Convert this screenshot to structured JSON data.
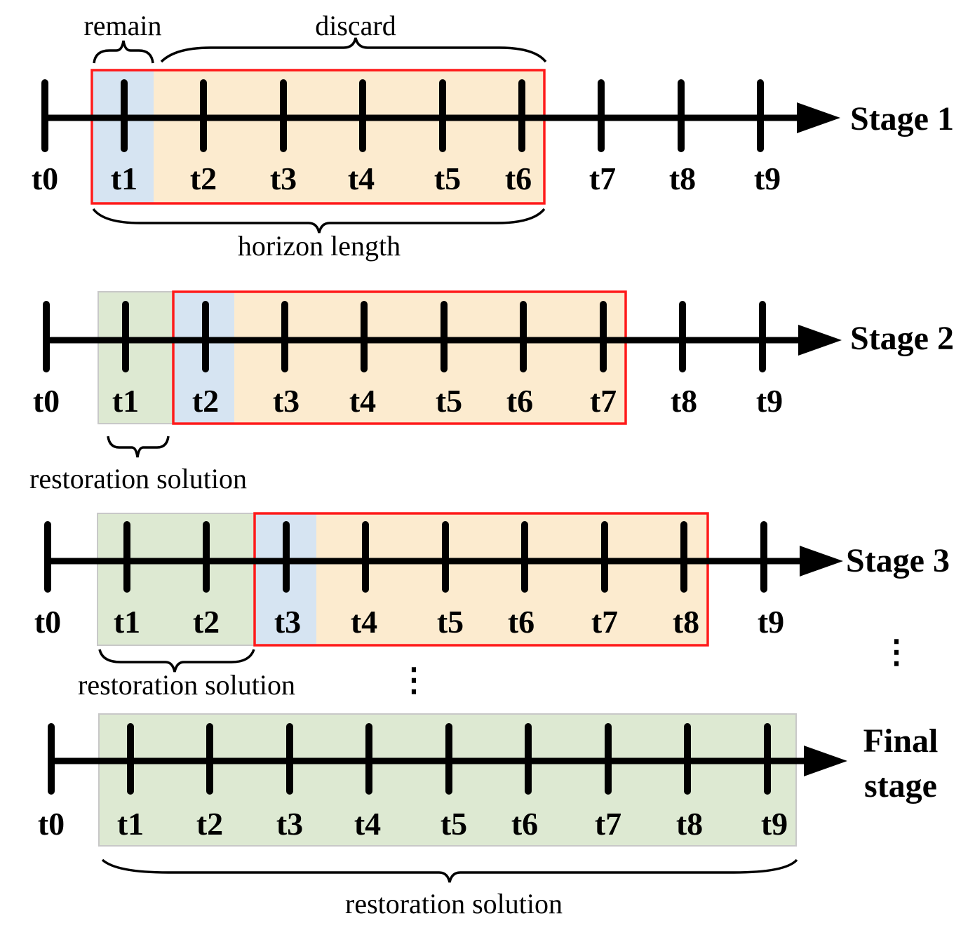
{
  "colors": {
    "solution": "#dde9d2",
    "remain": "#d6e4f2",
    "horizon": "#fcebcf",
    "horizon_border": "#ff1a1a",
    "solution_border": "#c8c8c8",
    "line": "#000000"
  },
  "stages": [
    {
      "label": "Stage 1",
      "ticks": [
        "t0",
        "t1",
        "t2",
        "t3",
        "t4",
        "t5",
        "t6",
        "t7",
        "t8",
        "t9"
      ],
      "solution_count": 0,
      "remain_index": 1,
      "horizon_end_index": 6
    },
    {
      "label": "Stage 2",
      "ticks": [
        "t0",
        "t1",
        "t2",
        "t3",
        "t4",
        "t5",
        "t6",
        "t7",
        "t8",
        "t9"
      ],
      "solution_count": 1,
      "remain_index": 2,
      "horizon_end_index": 7
    },
    {
      "label": "Stage 3",
      "ticks": [
        "t0",
        "t1",
        "t2",
        "t3",
        "t4",
        "t5",
        "t6",
        "t7",
        "t8",
        "t9"
      ],
      "solution_count": 2,
      "remain_index": 3,
      "horizon_end_index": 8
    },
    {
      "label_lines": [
        "Final",
        "stage"
      ],
      "ticks": [
        "t0",
        "t1",
        "t2",
        "t3",
        "t4",
        "t5",
        "t6",
        "t7",
        "t8",
        "t9"
      ],
      "solution_count": 9,
      "remain_index": null,
      "horizon_end_index": null
    }
  ],
  "annotations": {
    "remain": "remain",
    "discard": "discard",
    "horizon_length": "horizon length",
    "restoration_solution_stage2": "restoration solution",
    "restoration_solution_stage3": "restoration solution",
    "restoration_solution_final": "restoration solution"
  },
  "ellipsis": "⋮"
}
